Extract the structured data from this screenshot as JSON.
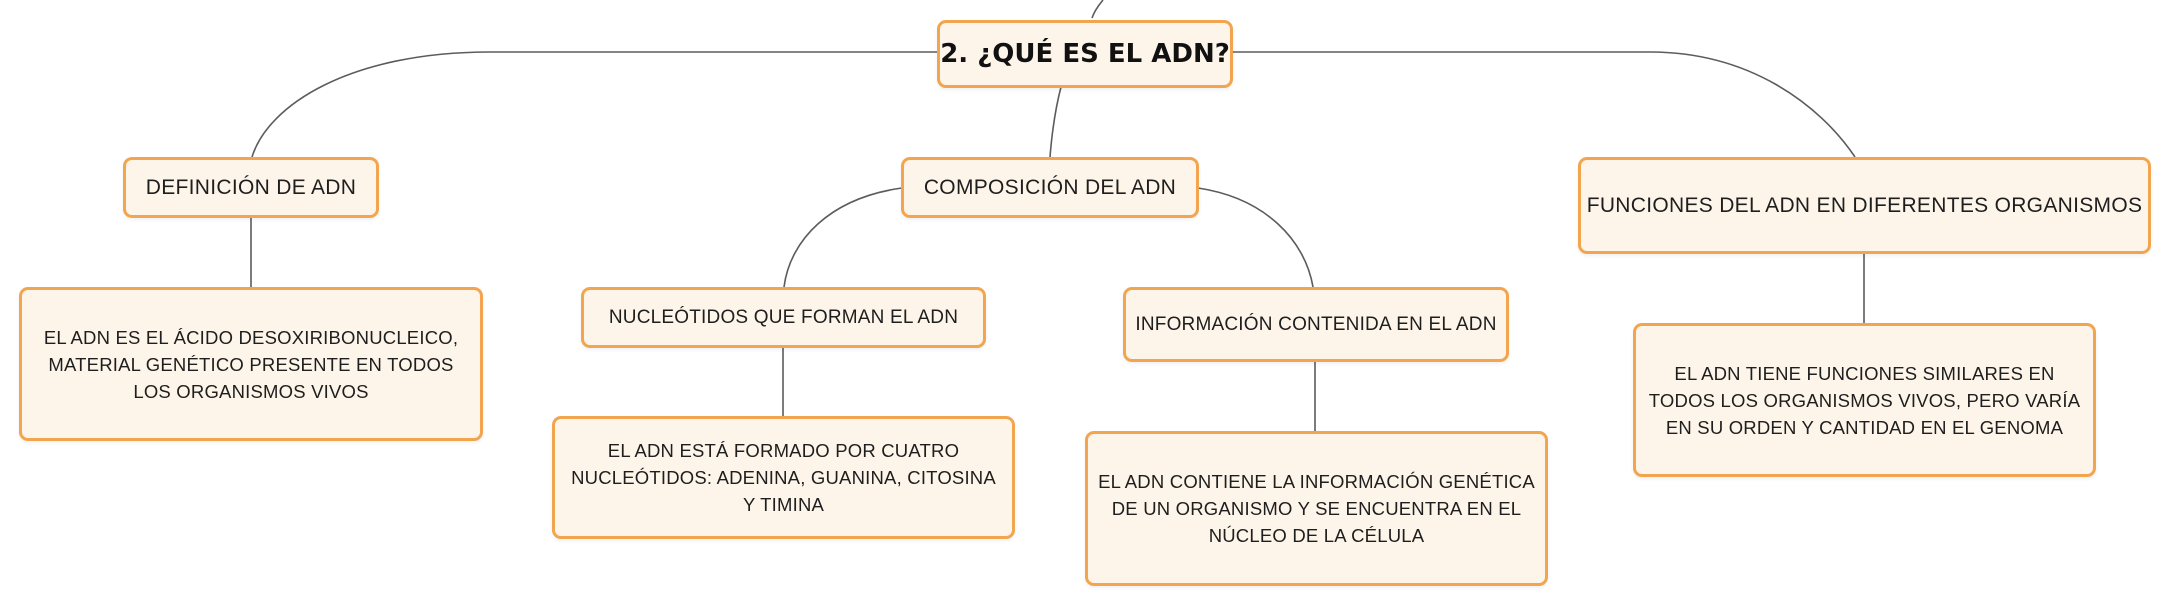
{
  "root": {
    "title": "2. ¿QUÉ ES EL ADN?"
  },
  "branches": [
    {
      "label": "DEFINICIÓN DE ADN",
      "children": [
        {
          "label": "EL ADN ES EL ÁCIDO DESOXIRIBONUCLEICO, MATERIAL GENÉTICO PRESENTE EN TODOS LOS ORGANISMOS VIVOS"
        }
      ]
    },
    {
      "label": "COMPOSICIÓN DEL ADN",
      "children": [
        {
          "label": "NUCLEÓTIDOS QUE FORMAN EL ADN",
          "children": [
            {
              "label": "EL ADN ESTÁ FORMADO POR CUATRO NUCLEÓTIDOS: ADENINA, GUANINA, CITOSINA Y TIMINA"
            }
          ]
        },
        {
          "label": "INFORMACIÓN CONTENIDA EN EL ADN",
          "children": [
            {
              "label": "EL ADN CONTIENE LA INFORMACIÓN GENÉTICA DE UN ORGANISMO Y SE ENCUENTRA EN EL NÚCLEO DE LA CÉLULA"
            }
          ]
        }
      ]
    },
    {
      "label": "FUNCIONES DEL ADN EN DIFERENTES ORGANISMOS",
      "children": [
        {
          "label": "EL ADN TIENE FUNCIONES SIMILARES EN TODOS LOS ORGANISMOS VIVOS, PERO VARÍA EN SU ORDEN Y CANTIDAD EN EL GENOMA"
        }
      ]
    }
  ],
  "colors": {
    "node_fill": "#fef5ea",
    "node_border": "#f2a54e",
    "connector": "#5c5c5c",
    "text": "#1e1e1e"
  }
}
